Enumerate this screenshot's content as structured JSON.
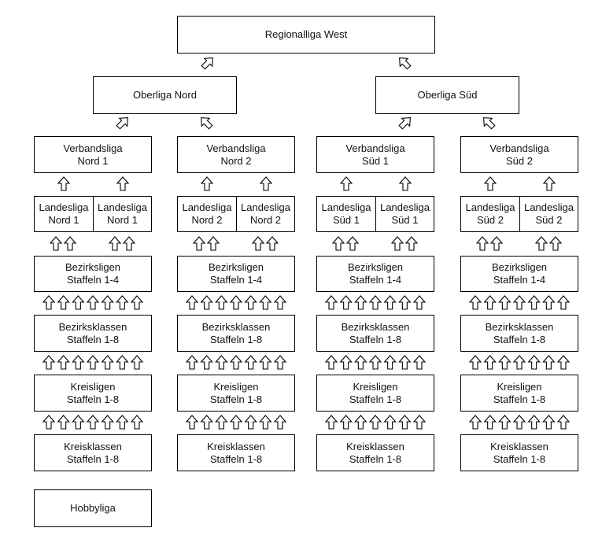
{
  "top": {
    "label": "Regionalliga West"
  },
  "oberliga": [
    {
      "label": "Oberliga Nord"
    },
    {
      "label": "Oberliga Süd"
    }
  ],
  "columns": [
    {
      "verbandsliga": "Verbandsliga\nNord 1",
      "landesliga": [
        "Landesliga\nNord 1",
        "Landesliga\nNord 1"
      ],
      "bezirksligen": "Bezirksligen\nStaffeln 1-4",
      "bezirksklassen": "Bezirksklassen\nStaffeln 1-8",
      "kreisligen": "Kreisligen\nStaffeln 1-8",
      "kreisklassen": "Kreisklassen\nStaffeln 1-8"
    },
    {
      "verbandsliga": "Verbandsliga\nNord 2",
      "landesliga": [
        "Landesliga\nNord 2",
        "Landesliga\nNord 2"
      ],
      "bezirksligen": "Bezirksligen\nStaffeln 1-4",
      "bezirksklassen": "Bezirksklassen\nStaffeln 1-8",
      "kreisligen": "Kreisligen\nStaffeln 1-8",
      "kreisklassen": "Kreisklassen\nStaffeln 1-8"
    },
    {
      "verbandsliga": "Verbandsliga\nSüd 1",
      "landesliga": [
        "Landesliga\nSüd 1",
        "Landesliga\nSüd 1"
      ],
      "bezirksligen": "Bezirksligen\nStaffeln 1-4",
      "bezirksklassen": "Bezirksklassen\nStaffeln 1-8",
      "kreisligen": "Kreisligen\nStaffeln 1-8",
      "kreisklassen": "Kreisklassen\nStaffeln 1-8"
    },
    {
      "verbandsliga": "Verbandsliga\nSüd 2",
      "landesliga": [
        "Landesliga\nSüd 2",
        "Landesliga\nSüd 2"
      ],
      "bezirksligen": "Bezirksligen\nStaffeln 1-4",
      "bezirksklassen": "Bezirksklassen\nStaffeln 1-8",
      "kreisligen": "Kreisligen\nStaffeln 1-8",
      "kreisklassen": "Kreisklassen\nStaffeln 1-8"
    }
  ],
  "hobbyliga": {
    "label": "Hobbyliga"
  },
  "colors": {
    "line": "#000000",
    "background": "#ffffff",
    "text": "#111111"
  },
  "arrows": {
    "icon": "hollow-up-arrow-icon",
    "verbandsliga_to_oberliga": "diagonal",
    "landesliga_to_verbandsliga": 1,
    "bezirksligen_to_landesliga": 2,
    "bezirksklassen_to_bezirksligen": 7,
    "kreisligen_to_bezirksklassen": 7,
    "kreisklassen_to_kreisligen": 7
  }
}
